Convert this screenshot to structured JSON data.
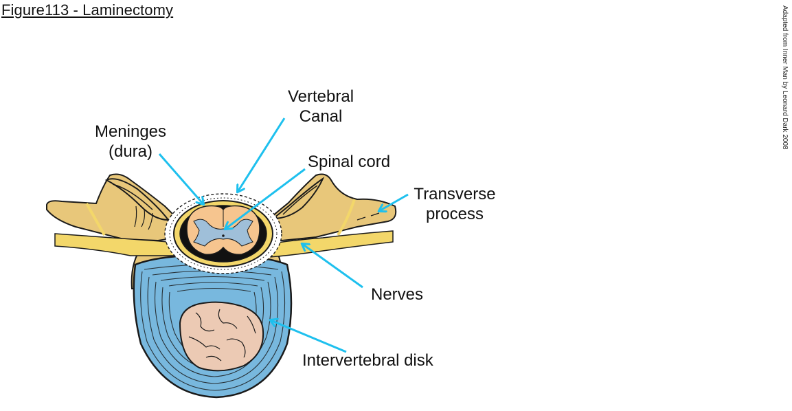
{
  "title": "Figure113 - Laminectomy",
  "credit": "Adapted from Inner Man by Leonard Dark 2008",
  "labels": {
    "vertebral_canal": {
      "line1": "Vertebral",
      "line2": "Canal"
    },
    "meninges": {
      "line1": "Meninges",
      "line2": "(dura)"
    },
    "spinal_cord": "Spinal cord",
    "transverse_process": {
      "line1": "Transverse",
      "line2": "process"
    },
    "nerves": "Nerves",
    "intervertebral_disk": "Intervertebral disk"
  },
  "colors": {
    "arrow": "#1ec0ee",
    "bone": "#e8c77a",
    "nerve": "#f3d76a",
    "disk_annulus": "#78b8de",
    "nucleus": "#eccab4",
    "cord_white": "#f6c58f",
    "cord_gray": "#9fbfd9"
  }
}
